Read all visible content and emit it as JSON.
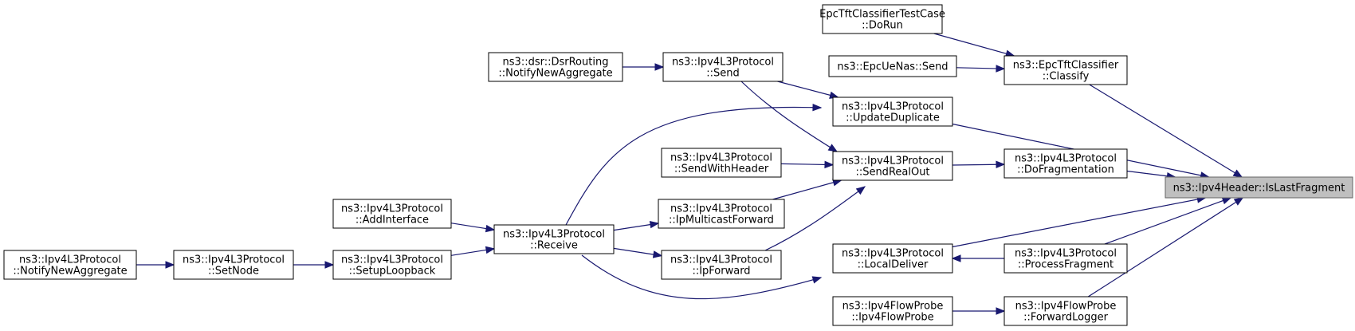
{
  "graph": {
    "root": "n_root",
    "nodes": [
      {
        "id": "n_root",
        "lines": [
          "ns3::Ipv4Header::IsLastFragment"
        ]
      },
      {
        "id": "n_epc_classify",
        "lines": [
          "ns3::EpcTftClassifier",
          "::Classify"
        ]
      },
      {
        "id": "n_epc_testcase",
        "lines": [
          "EpcTftClassifierTestCase",
          "::DoRun"
        ]
      },
      {
        "id": "n_epcuenas",
        "lines": [
          "ns3::EpcUeNas::Send"
        ]
      },
      {
        "id": "n_updatedup",
        "lines": [
          "ns3::Ipv4L3Protocol",
          "::UpdateDuplicate"
        ]
      },
      {
        "id": "n_send",
        "lines": [
          "ns3::Ipv4L3Protocol",
          "::Send"
        ]
      },
      {
        "id": "n_dsr",
        "lines": [
          "ns3::dsr::DsrRouting",
          "::NotifyNewAggregate"
        ]
      },
      {
        "id": "n_receive",
        "lines": [
          "ns3::Ipv4L3Protocol",
          "::Receive"
        ]
      },
      {
        "id": "n_addif",
        "lines": [
          "ns3::Ipv4L3Protocol",
          "::AddInterface"
        ]
      },
      {
        "id": "n_loopback",
        "lines": [
          "ns3::Ipv4L3Protocol",
          "::SetupLoopback"
        ]
      },
      {
        "id": "n_setnode",
        "lines": [
          "ns3::Ipv4L3Protocol",
          "::SetNode"
        ]
      },
      {
        "id": "n_notifyagg",
        "lines": [
          "ns3::Ipv4L3Protocol",
          "::NotifyNewAggregate"
        ]
      },
      {
        "id": "n_dofrag",
        "lines": [
          "ns3::Ipv4L3Protocol",
          "::DoFragmentation"
        ]
      },
      {
        "id": "n_sendrealout",
        "lines": [
          "ns3::Ipv4L3Protocol",
          "::SendRealOut"
        ]
      },
      {
        "id": "n_sendwithheader",
        "lines": [
          "ns3::Ipv4L3Protocol",
          "::SendWithHeader"
        ]
      },
      {
        "id": "n_ipmcast",
        "lines": [
          "ns3::Ipv4L3Protocol",
          "::IpMulticastForward"
        ]
      },
      {
        "id": "n_ipfwd",
        "lines": [
          "ns3::Ipv4L3Protocol",
          "::IpForward"
        ]
      },
      {
        "id": "n_localdeliver",
        "lines": [
          "ns3::Ipv4L3Protocol",
          "::LocalDeliver"
        ]
      },
      {
        "id": "n_procfrag",
        "lines": [
          "ns3::Ipv4L3Protocol",
          "::ProcessFragment"
        ]
      },
      {
        "id": "n_fwdlogger",
        "lines": [
          "ns3::Ipv4FlowProbe",
          "::ForwardLogger"
        ]
      },
      {
        "id": "n_flowprobe",
        "lines": [
          "ns3::Ipv4FlowProbe",
          "::Ipv4FlowProbe"
        ]
      }
    ],
    "edges": [
      {
        "from": "n_epc_testcase",
        "to": "n_epc_classify"
      },
      {
        "from": "n_epcuenas",
        "to": "n_epc_classify"
      },
      {
        "from": "n_epc_classify",
        "to": "n_root"
      },
      {
        "from": "n_updatedup",
        "to": "n_root"
      },
      {
        "from": "n_dofrag",
        "to": "n_root"
      },
      {
        "from": "n_localdeliver",
        "to": "n_root"
      },
      {
        "from": "n_procfrag",
        "to": "n_root"
      },
      {
        "from": "n_fwdlogger",
        "to": "n_root"
      },
      {
        "from": "n_dsr",
        "to": "n_send"
      },
      {
        "from": "n_send",
        "to": "n_updatedup"
      },
      {
        "from": "n_receive",
        "to": "n_updatedup"
      },
      {
        "from": "n_send",
        "to": "n_sendrealout"
      },
      {
        "from": "n_sendwithheader",
        "to": "n_sendrealout"
      },
      {
        "from": "n_ipmcast",
        "to": "n_sendrealout"
      },
      {
        "from": "n_ipfwd",
        "to": "n_sendrealout"
      },
      {
        "from": "n_sendrealout",
        "to": "n_dofrag"
      },
      {
        "from": "n_addif",
        "to": "n_receive"
      },
      {
        "from": "n_loopback",
        "to": "n_receive"
      },
      {
        "from": "n_setnode",
        "to": "n_loopback"
      },
      {
        "from": "n_notifyagg",
        "to": "n_setnode"
      },
      {
        "from": "n_receive",
        "to": "n_ipmcast"
      },
      {
        "from": "n_receive",
        "to": "n_ipfwd"
      },
      {
        "from": "n_receive",
        "to": "n_localdeliver"
      },
      {
        "from": "n_procfrag",
        "to": "n_localdeliver"
      },
      {
        "from": "n_flowprobe",
        "to": "n_fwdlogger"
      }
    ]
  }
}
